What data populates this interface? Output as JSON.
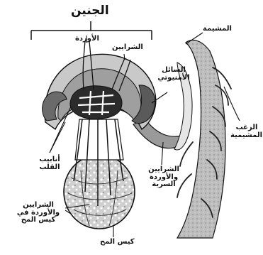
{
  "diagram": {
    "title": "الجنين",
    "labels": {
      "arteries_top": "الشرايين",
      "veins_top": "الأوردة",
      "placenta": "المشيمة",
      "amniotic_fluid": "السائل الأمنيوتي",
      "chorionic_villi": "الزغب المشيمية",
      "heart_tubes": "أنابيب القلب",
      "umbilical_vessels": "الشرايين والأوردة السرية",
      "yolk_vessels": "الشرايين والأوردة في كيس المح",
      "yolk_sac": "كيس المح"
    },
    "colors": {
      "ink": "#111111",
      "paper": "#ffffff",
      "dark_fill": "#2b2b2b",
      "mid_fill": "#8a8a8a",
      "light_fill": "#cfcfcf"
    }
  }
}
